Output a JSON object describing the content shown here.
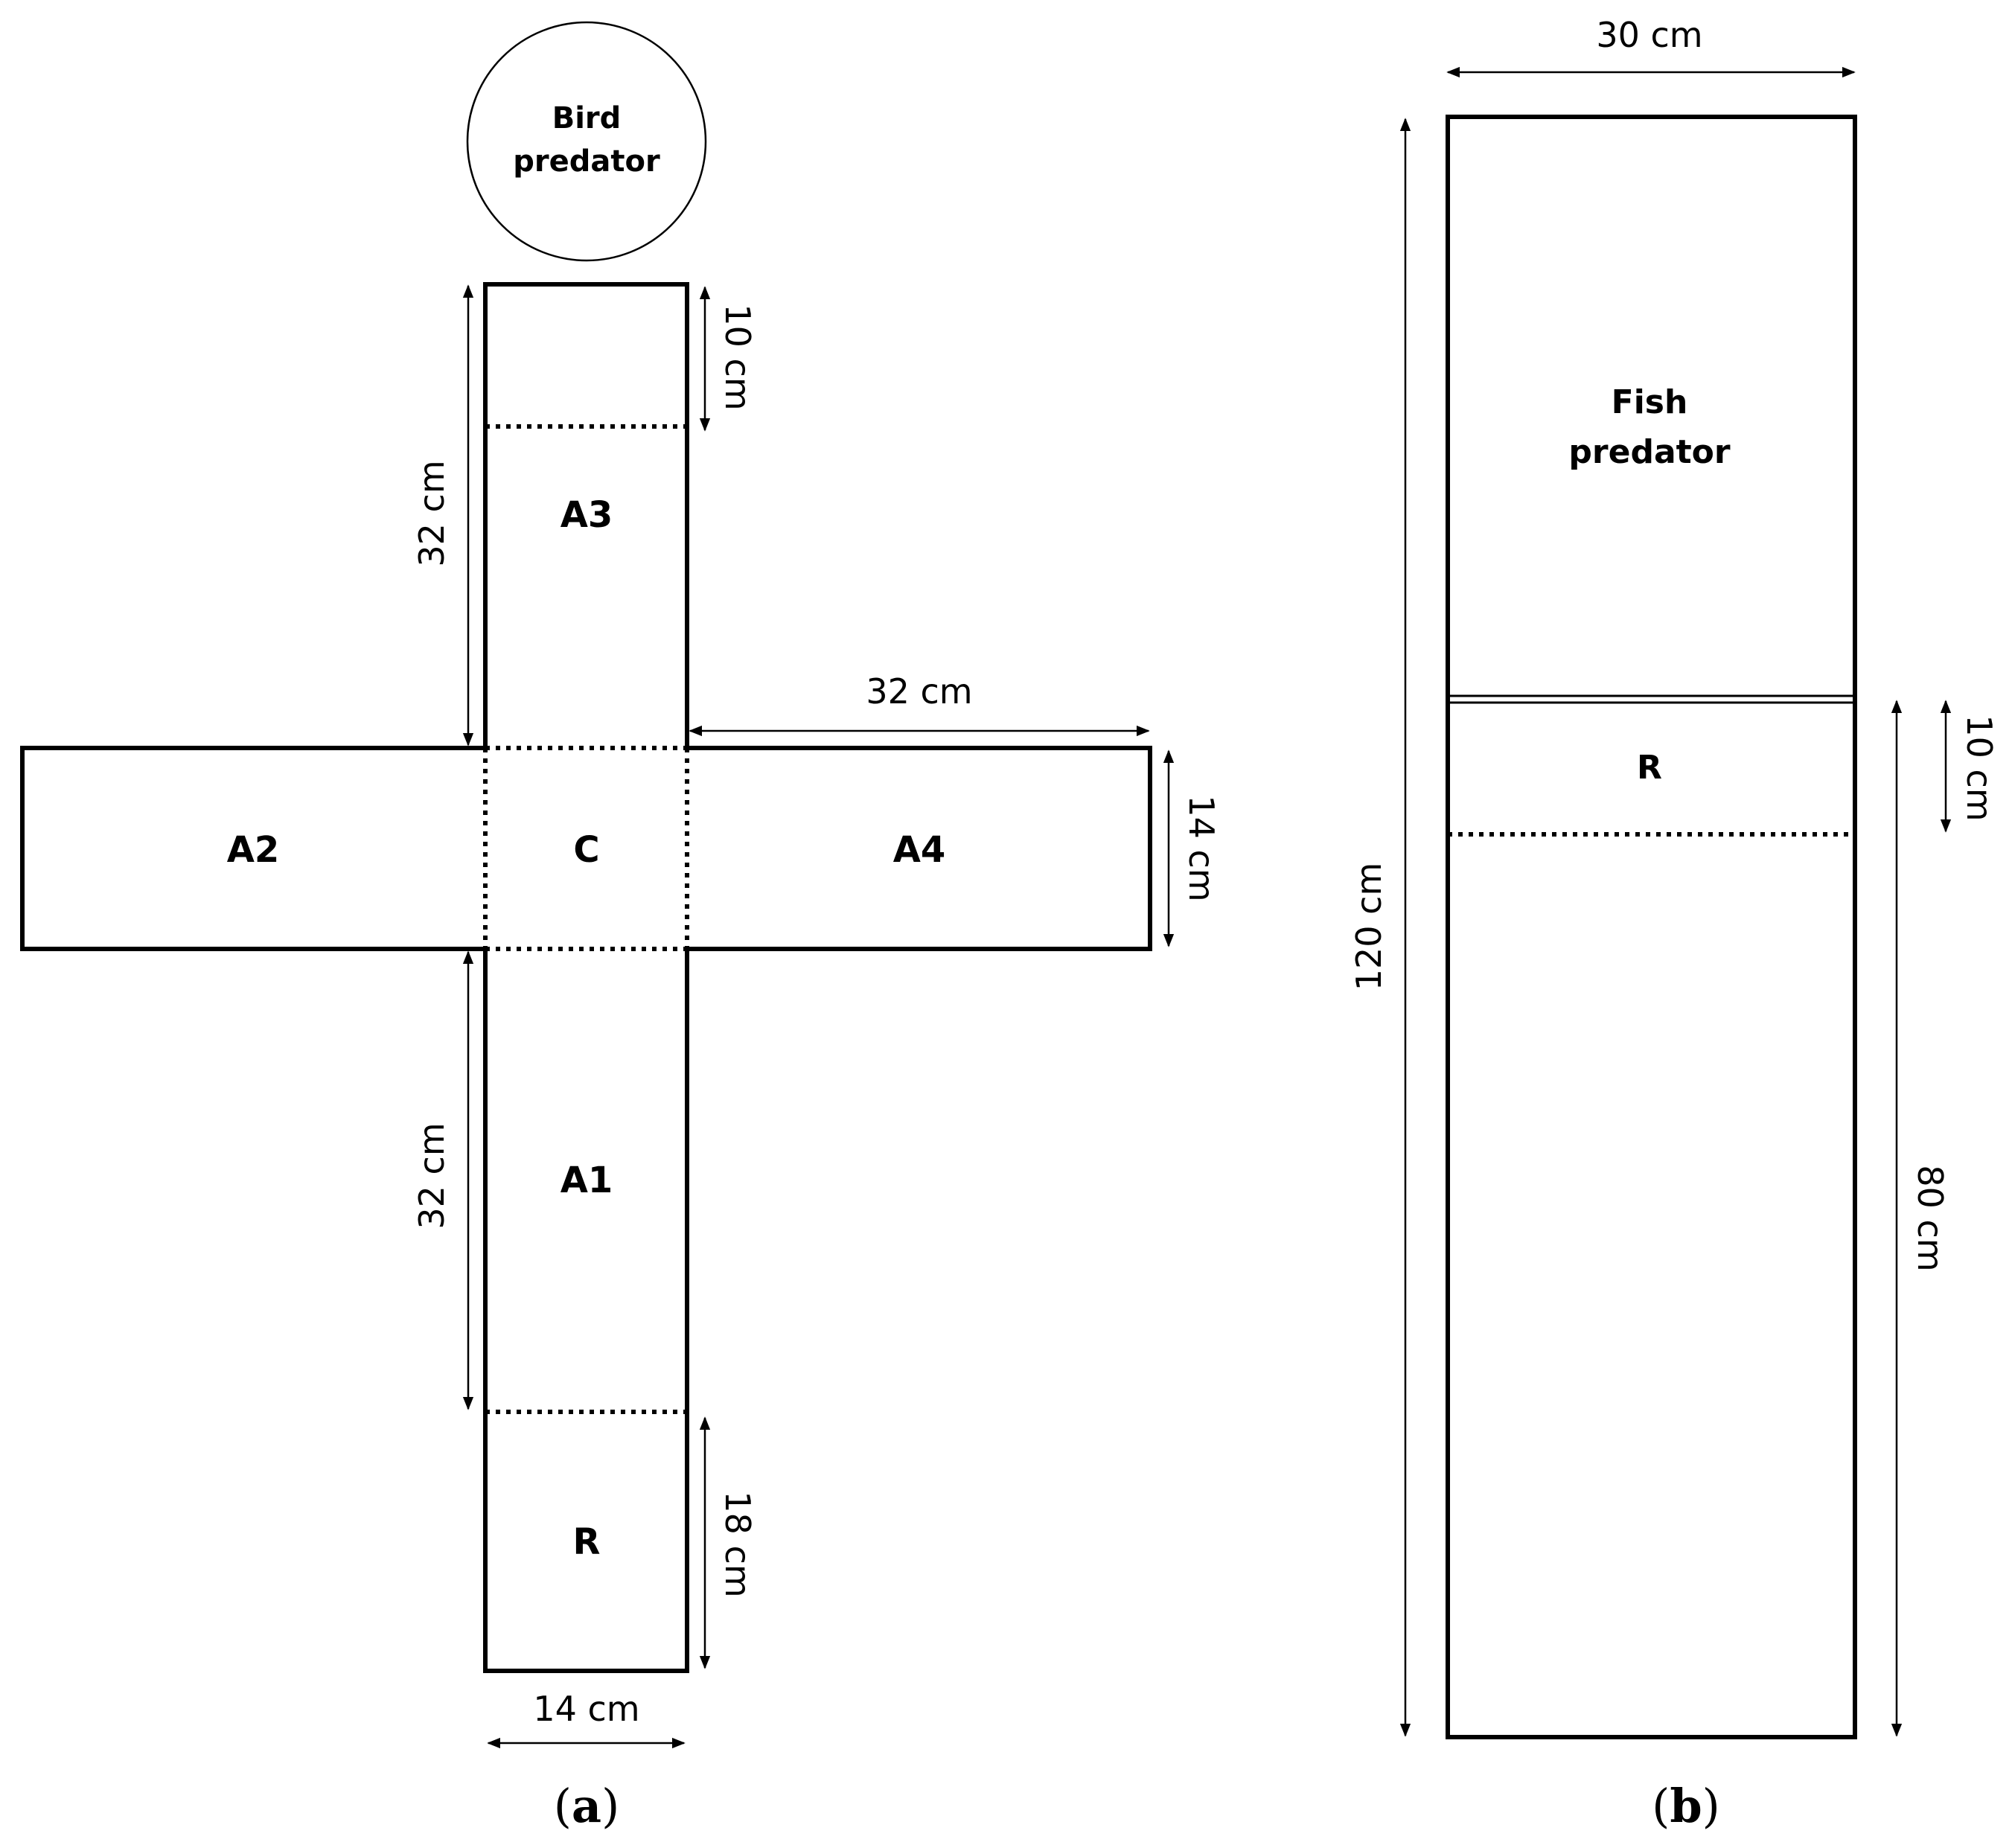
{
  "panel_a": {
    "predator_label_line1": "Bird",
    "predator_label_line2": "predator",
    "arm_labels": {
      "a3": "A3",
      "a2": "A2",
      "c": "C",
      "a4": "A4",
      "a1": "A1",
      "r": "R"
    },
    "dimensions": {
      "top_segment": "10 cm",
      "upper_arm_length": "32 cm",
      "right_arm_length": "32 cm",
      "arm_width_right": "14 cm",
      "lower_arm_length": "32 cm",
      "r_segment": "18 cm",
      "arm_width_bottom": "14 cm"
    },
    "caption_letter": "a"
  },
  "panel_b": {
    "width_label": "30 cm",
    "predator_label_line1": "Fish",
    "predator_label_line2": "predator",
    "r_label": "R",
    "dimensions": {
      "total_height": "120 cm",
      "r_segment": "10 cm",
      "lower_section": "80 cm"
    },
    "caption_letter": "b"
  },
  "colors": {
    "line": "#000000",
    "background": "#ffffff"
  }
}
